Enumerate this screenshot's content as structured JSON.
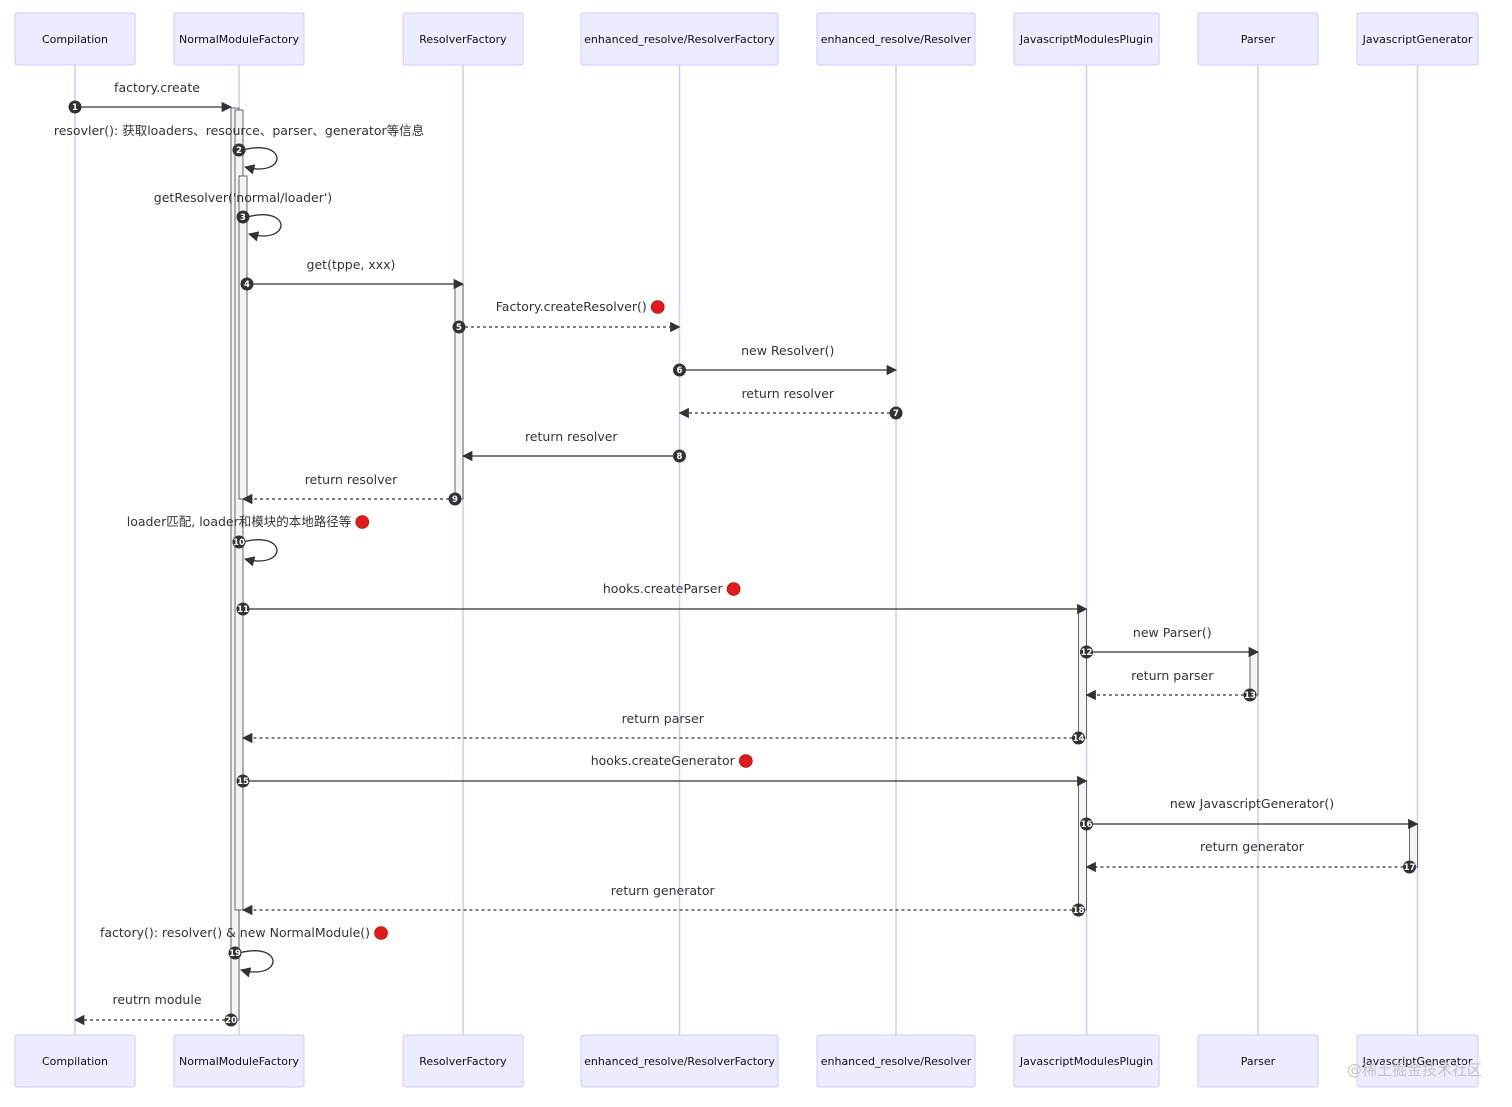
{
  "participants": [
    {
      "id": "compilation",
      "label": "Compilation"
    },
    {
      "id": "nmf",
      "label": "NormalModuleFactory"
    },
    {
      "id": "rf",
      "label": "ResolverFactory"
    },
    {
      "id": "err",
      "label": "enhanced_resolve/ResolverFactory"
    },
    {
      "id": "er",
      "label": "enhanced_resolve/Resolver"
    },
    {
      "id": "jmp",
      "label": "JavascriptModulesPlugin"
    },
    {
      "id": "parser",
      "label": "Parser"
    },
    {
      "id": "jg",
      "label": "JavascriptGenerator"
    }
  ],
  "messages": [
    {
      "n": "1",
      "from": "compilation",
      "to": "nmf",
      "label": "factory.create",
      "style": "solid",
      "self": false,
      "red_marker": false
    },
    {
      "n": "2",
      "from": "nmf",
      "to": "nmf",
      "label": "resovler(): 获取loaders、resource、parser、generator等信息",
      "style": "solid",
      "self": true,
      "red_marker": false
    },
    {
      "n": "3",
      "from": "nmf",
      "to": "nmf",
      "label": "getResolver('normal/loader')",
      "style": "solid",
      "self": true,
      "red_marker": false
    },
    {
      "n": "4",
      "from": "nmf",
      "to": "rf",
      "label": "get(tppe, xxx)",
      "style": "solid",
      "self": false,
      "red_marker": false
    },
    {
      "n": "5",
      "from": "rf",
      "to": "err",
      "label": "Factory.createResolver()",
      "style": "dashed",
      "self": false,
      "red_marker": true
    },
    {
      "n": "6",
      "from": "err",
      "to": "er",
      "label": "new Resolver()",
      "style": "solid",
      "self": false,
      "red_marker": false
    },
    {
      "n": "7",
      "from": "er",
      "to": "err",
      "label": "return resolver",
      "style": "dashed",
      "self": false,
      "red_marker": false
    },
    {
      "n": "8",
      "from": "err",
      "to": "rf",
      "label": "return resolver",
      "style": "solid",
      "self": false,
      "red_marker": false
    },
    {
      "n": "9",
      "from": "rf",
      "to": "nmf",
      "label": "return resolver",
      "style": "dashed",
      "self": false,
      "red_marker": false
    },
    {
      "n": "10",
      "from": "nmf",
      "to": "nmf",
      "label": "loader匹配, loader和模块的本地路径等",
      "style": "solid",
      "self": true,
      "red_marker": true
    },
    {
      "n": "11",
      "from": "nmf",
      "to": "jmp",
      "label": "hooks.createParser",
      "style": "solid",
      "self": false,
      "red_marker": true
    },
    {
      "n": "12",
      "from": "jmp",
      "to": "parser",
      "label": "new Parser()",
      "style": "solid",
      "self": false,
      "red_marker": false
    },
    {
      "n": "13",
      "from": "parser",
      "to": "jmp",
      "label": "return parser",
      "style": "dashed",
      "self": false,
      "red_marker": false
    },
    {
      "n": "14",
      "from": "jmp",
      "to": "nmf",
      "label": "return parser",
      "style": "dashed",
      "self": false,
      "red_marker": false
    },
    {
      "n": "15",
      "from": "nmf",
      "to": "jmp",
      "label": "hooks.createGenerator",
      "style": "solid",
      "self": false,
      "red_marker": true
    },
    {
      "n": "16",
      "from": "jmp",
      "to": "jg",
      "label": "new JavascriptGenerator()",
      "style": "solid",
      "self": false,
      "red_marker": false
    },
    {
      "n": "17",
      "from": "jg",
      "to": "jmp",
      "label": "return generator",
      "style": "dashed",
      "self": false,
      "red_marker": false
    },
    {
      "n": "18",
      "from": "jmp",
      "to": "nmf",
      "label": "return generator",
      "style": "dashed",
      "self": false,
      "red_marker": false
    },
    {
      "n": "19",
      "from": "nmf",
      "to": "nmf",
      "label": "factory(): resolver() & new NormalModule()",
      "style": "solid",
      "self": true,
      "red_marker": true
    },
    {
      "n": "20",
      "from": "nmf",
      "to": "compilation",
      "label": "reutrn module",
      "style": "dashed",
      "self": false,
      "red_marker": false
    }
  ],
  "watermark": "@稀土掘金技术社区"
}
